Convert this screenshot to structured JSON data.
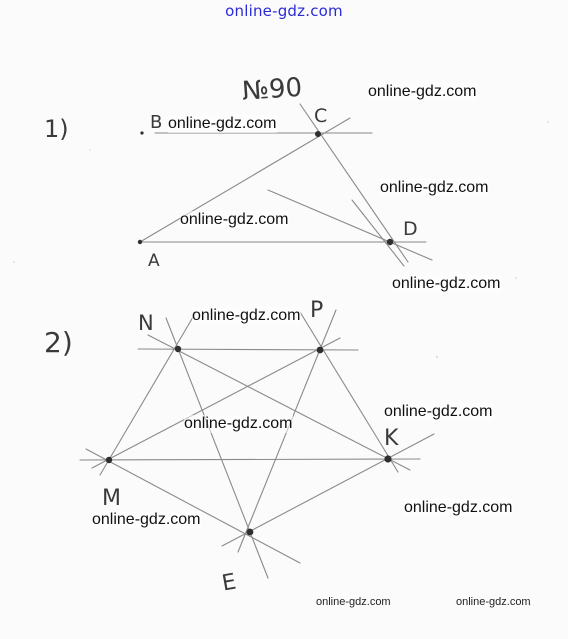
{
  "header_watermark": "online-gdz.com",
  "task_number": "№90",
  "parts": {
    "first": "1)",
    "second": "2)"
  },
  "part1": {
    "labels": {
      "A": "A",
      "B": "B",
      "C": "C",
      "D": "D"
    }
  },
  "part2": {
    "labels": {
      "N": "N",
      "P": "P",
      "M": "M",
      "K": "K",
      "E": "E"
    }
  },
  "watermarks": [
    "online-gdz.com",
    "online-gdz.com",
    "online-gdz.com",
    "online-gdz.com",
    "online-gdz.com",
    "online-gdz.com",
    "online-gdz.com",
    "online-gdz.com",
    "online-gdz.com",
    "online-gdz.com"
  ],
  "footer_watermarks": [
    "online-gdz.com",
    "online-gdz.com"
  ]
}
